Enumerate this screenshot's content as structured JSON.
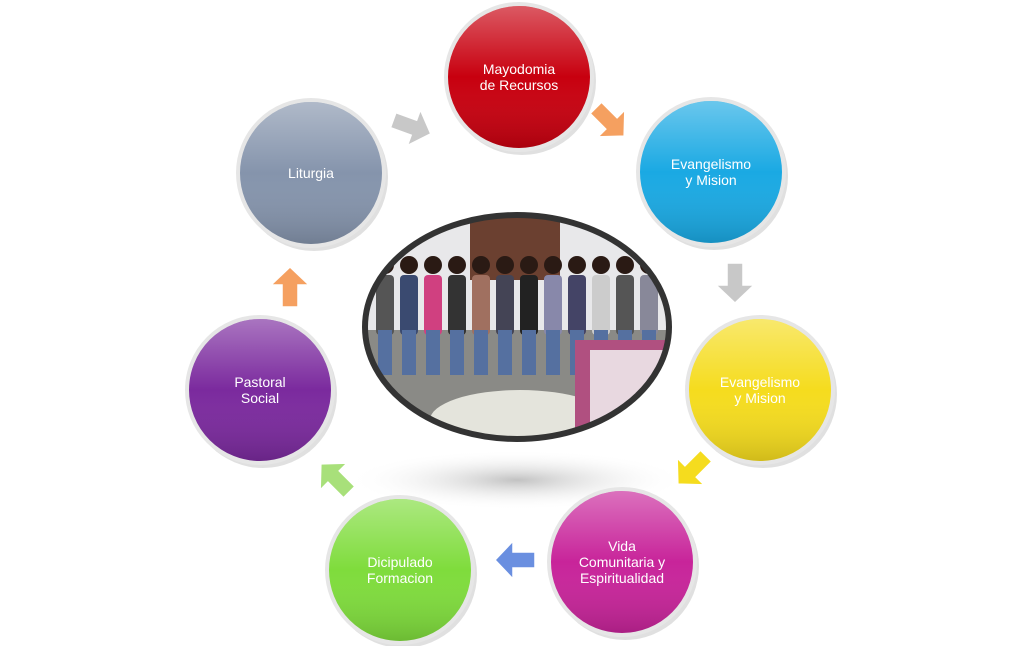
{
  "nodes": [
    {
      "id": "mayordomia",
      "lines": [
        "Mayodomia",
        "de Recursos"
      ],
      "color": "#c8000f"
    },
    {
      "id": "evangelismo-blue",
      "lines": [
        "Evangelismo",
        "y Mision"
      ],
      "color": "#1aa9e3"
    },
    {
      "id": "evangelismo-yellow",
      "lines": [
        "Evangelismo",
        "y Mision"
      ],
      "color": "#f5dc1e"
    },
    {
      "id": "vida-comunitaria",
      "lines": [
        "Vida",
        "Comunitaria y",
        "Espiritualidad"
      ],
      "color": "#c8249a"
    },
    {
      "id": "dicipulado",
      "lines": [
        "Dicipulado",
        "Formacion"
      ],
      "color": "#7fdc3c"
    },
    {
      "id": "pastoral-social",
      "lines": [
        "Pastoral",
        "Social"
      ],
      "color": "#7b2a9e"
    },
    {
      "id": "liturgia",
      "lines": [
        "Liturgia"
      ],
      "color": "#8594ac"
    }
  ],
  "arrow_colors": [
    "#c8c8c8",
    "#f5a060",
    "#c8c8c8",
    "#f5dc1e",
    "#6a8fe0",
    "#a8e07a",
    "#f5a060"
  ]
}
